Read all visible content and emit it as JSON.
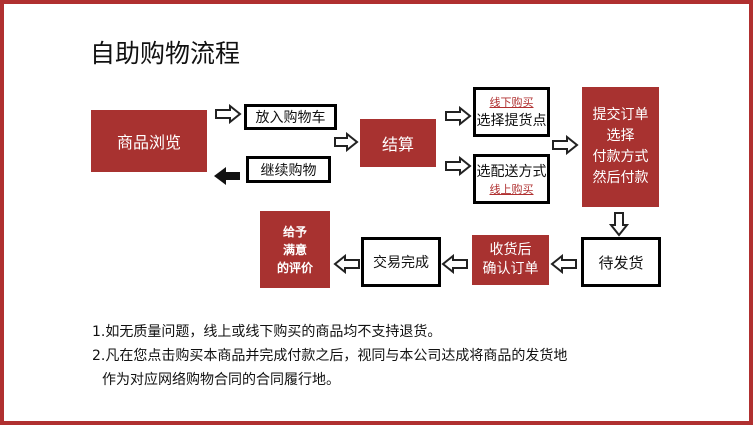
{
  "title": "自助购物流程",
  "steps": {
    "browse": "商品浏览",
    "add_cart": "放入购物车",
    "continue": "继续购物",
    "checkout": "结算",
    "offline_link": "线下购买",
    "pickup": "选择提货点",
    "delivery": "选配送方式",
    "online_link": "线上购买",
    "submit": [
      "提交订单",
      "选择",
      "付款方式",
      "然后付款"
    ],
    "await_ship": "待发货",
    "confirm": [
      "收货后",
      "确认订单"
    ],
    "complete": "交易完成",
    "review": [
      "给予",
      "满意",
      "的评价"
    ]
  },
  "notes": [
    "1.如无质量问题，线上或线下购买的商品均不支持退货。",
    "2.凡在您点击购买本商品并完成付款之后，视同与本公司达成将商品的发货地",
    "作为对应网络购物合同的合同履行地。"
  ],
  "colors": {
    "accent": "#a83230",
    "border": "#b03030"
  }
}
